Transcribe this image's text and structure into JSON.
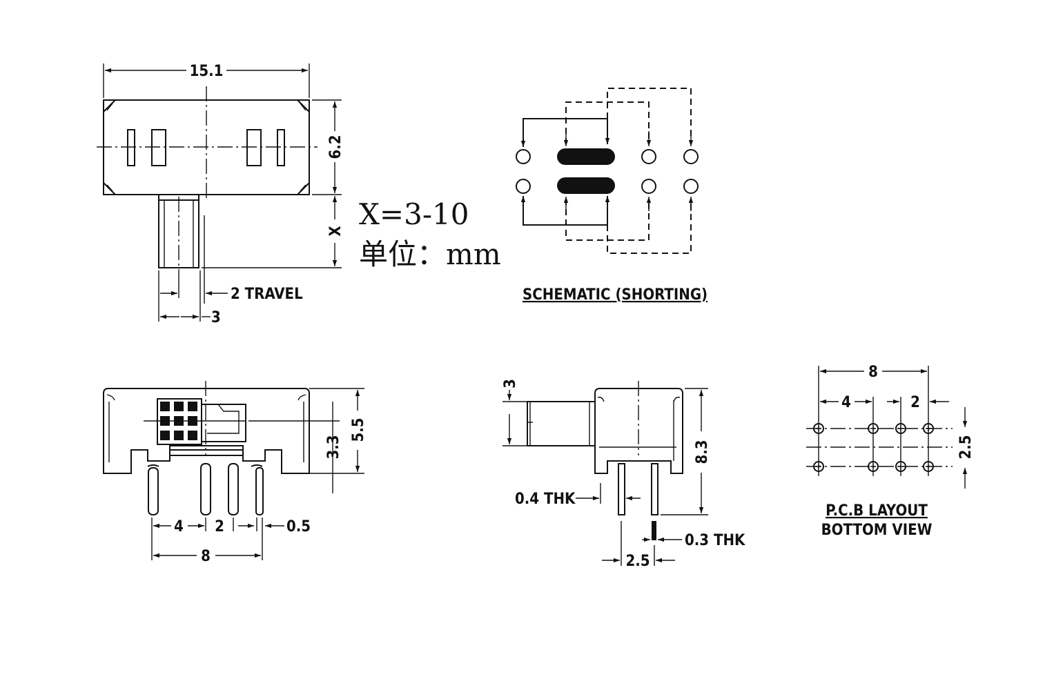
{
  "top_view": {
    "width_label": "15.1",
    "height_label": "6.2",
    "x_label": "X",
    "travel_label": "2 TRAVEL",
    "knob_label": "3"
  },
  "note": {
    "x_range": "X=3-10",
    "unit": "单位：mm"
  },
  "schematic": {
    "caption": "SCHEMATIC (SHORTING)"
  },
  "front_view": {
    "height_label": "5.5",
    "inner_label": "3.3",
    "pitch4_label": "4",
    "pitch2_label": "2",
    "pin_label": "0.5",
    "span_label": "8"
  },
  "side_view": {
    "knob_label": "3",
    "height_label": "8.3",
    "thk1_label": "0.4 THK",
    "thk2_label": "0.3 THK",
    "pitch_label": "2.5"
  },
  "pcb": {
    "span_label": "8",
    "pitch4_label": "4",
    "pitch2_label": "2",
    "row_label": "2.5",
    "caption_line1": "P.C.B LAYOUT",
    "caption_line2": "BOTTOM VIEW"
  }
}
